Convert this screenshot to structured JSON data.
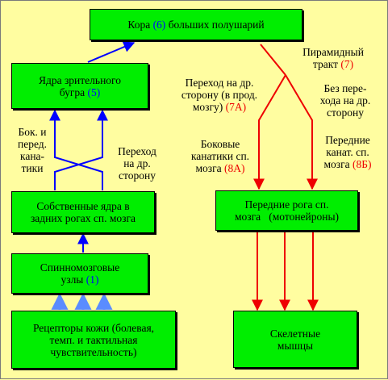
{
  "boxes": {
    "cortex": {
      "text": "Кора",
      "num": "(6)",
      "rest": "больших полушарий"
    },
    "thalamus": {
      "line1": "Ядра зрительного",
      "line2": "бугра",
      "num": "(5)"
    },
    "own_nuclei": {
      "line1": "Собственные ядра в",
      "line2": "задних рогах сп. мозга"
    },
    "spinal_ganglia": {
      "line1": "Спинномозговые",
      "line2": "узлы",
      "num": "(1)"
    },
    "skin_receptors": {
      "line1": "Рецепторы кожи (болевая,",
      "line2": "темп. и тактильная",
      "line3": "чувствительность)"
    },
    "anterior_horns": {
      "line1": "Передние рога сп.",
      "line2": "мозга   (мотонейроны)"
    },
    "skeletal_muscles": {
      "line1": "Скелетные",
      "line2": "мышцы"
    }
  },
  "labels": {
    "pyramidal_tract": {
      "line1": "Пирамидный",
      "line2": "тракт",
      "num": "(7)"
    },
    "crossing_medulla": {
      "line1": "Переход на др.",
      "line2": "сторону (в прод.",
      "line3": "мозгу)",
      "num": "(7А)"
    },
    "no_crossing": {
      "line1": "Без пере-",
      "line2": "хода на др.",
      "line3": "сторону"
    },
    "lateral_funiculi_motor": {
      "line1": "Боковые",
      "line2": "канатики сп.",
      "line3": "мозга",
      "num": "(8А)"
    },
    "anterior_funiculi_motor": {
      "line1": "Передние",
      "line2": "канат. сп.",
      "line3": "мозга",
      "num": "(8Б)"
    },
    "lateral_anterior_funiculi": {
      "line1": "Бок. и",
      "line2": "перед.",
      "line3": "кана-",
      "line4": "тики"
    },
    "crossing_over": {
      "line1": "Переход",
      "line2": "на др.",
      "line3": "сторону"
    }
  },
  "colors": {
    "background": "#fffda0",
    "box_fill": "#00ee00",
    "sensory_path": "#0000ff",
    "motor_path": "#ee0000",
    "receptor_arrows": "#5a8cff"
  }
}
